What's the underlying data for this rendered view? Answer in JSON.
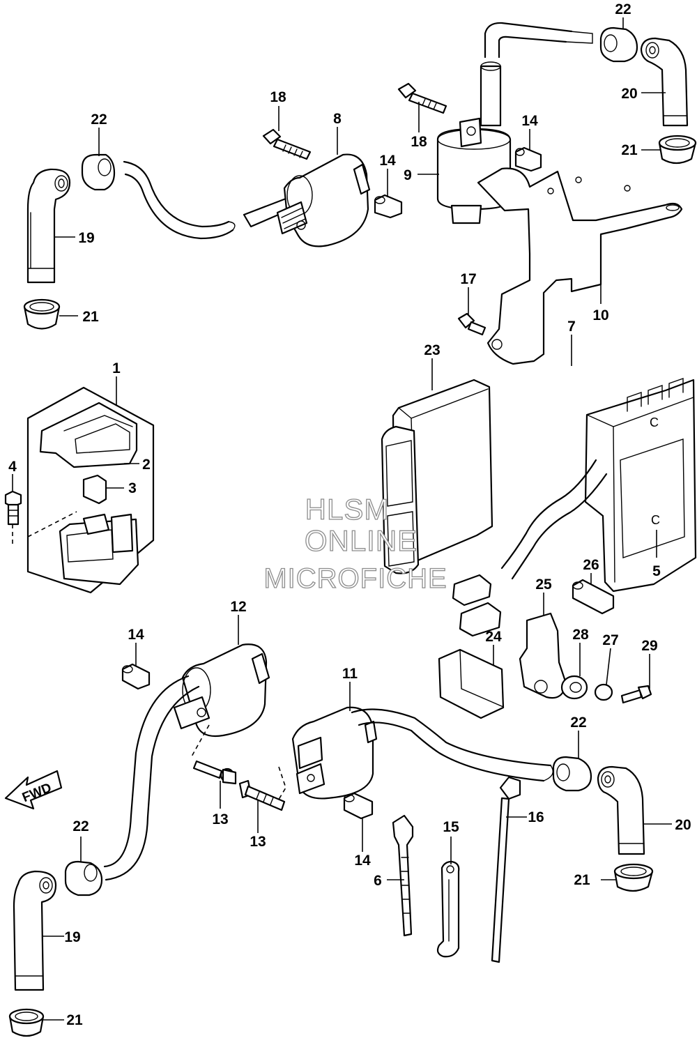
{
  "watermark": {
    "line1": "HLSM",
    "line2": "ONLINE",
    "line3": "MICROFICHE"
  },
  "direction_arrow": {
    "label": "FWD"
  },
  "callouts": {
    "c1": "1",
    "c2": "2",
    "c3": "3",
    "c4": "4",
    "c5": "5",
    "c6": "6",
    "c7": "7",
    "c8": "8",
    "c9": "9",
    "c10": "10",
    "c11": "11",
    "c12": "12",
    "c13a": "13",
    "c13b": "13",
    "c14a": "14",
    "c14b": "14",
    "c14c": "14",
    "c14d": "14",
    "c15": "15",
    "c16": "16",
    "c17": "17",
    "c18a": "18",
    "c18b": "18",
    "c19a": "19",
    "c19b": "19",
    "c20a": "20",
    "c20b": "20",
    "c21a": "21",
    "c21b": "21",
    "c21c": "21",
    "c21d": "21",
    "c22a": "22",
    "c22b": "22",
    "c22c": "22",
    "c22d": "22",
    "c23": "23",
    "c24": "24",
    "c25": "25",
    "c26": "26",
    "c27": "27",
    "c28": "28",
    "c29": "29"
  }
}
